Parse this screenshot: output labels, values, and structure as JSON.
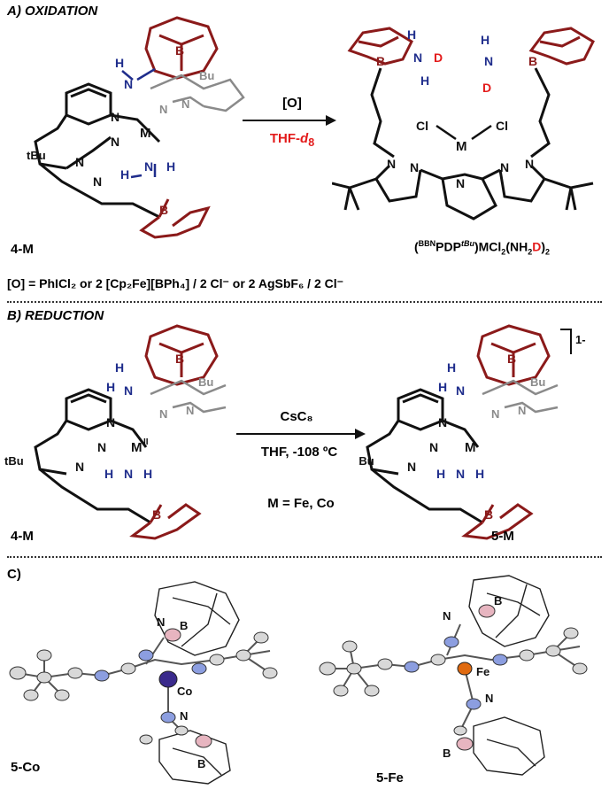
{
  "sectionA": {
    "title": "A) OXIDATION",
    "reagent_top": "[O]",
    "reagent_bottom_prefix": "THF-",
    "reagent_bottom_italic": "d",
    "reagent_bottom_sub": "8",
    "left_label": "4-M",
    "product_label_pre": "(",
    "product_label_sup1": "BBN",
    "product_label_mid": "PDP",
    "product_label_sup2": "tBu",
    "product_label_post": ")MCl",
    "product_label_sub2": "2",
    "product_label_nh": "(NH",
    "product_label_sub3": "2",
    "product_label_d": "D",
    "product_label_end": ")",
    "product_label_sub4": "2",
    "oxidant_line": "[O] = PhICl₂ or 2 [Cp₂Fe][BPh₄] / 2 Cl⁻ or 2 AgSbF₆ / 2 Cl⁻"
  },
  "sectionB": {
    "title": "B) REDUCTION",
    "reagent_top": "CsC₈",
    "reagent_bottom": "THF, -108 ºC",
    "metal_note": "M = Fe, Co",
    "left_label": "4-M",
    "right_label": "5-M",
    "charge": "1-"
  },
  "sectionC": {
    "title": "C)",
    "left_label": "5-Co",
    "right_label": "5-Fe"
  },
  "atoms": {
    "M": "M",
    "B": "B",
    "N": "N",
    "H": "H",
    "D": "D",
    "Cl": "Cl",
    "Co": "Co",
    "Fe": "Fe",
    "Bu": "Bu",
    "tBu": "tBu",
    "MII": "II"
  },
  "colors": {
    "navy": "#1f2d8c",
    "maroon": "#8b1a1a",
    "red": "#e31b1b",
    "grey": "#8a8a8a",
    "co": "#3a2a8c",
    "fe": "#e06a10",
    "boron": "#e7b5c0",
    "nitrogen": "#8c9ee0"
  }
}
